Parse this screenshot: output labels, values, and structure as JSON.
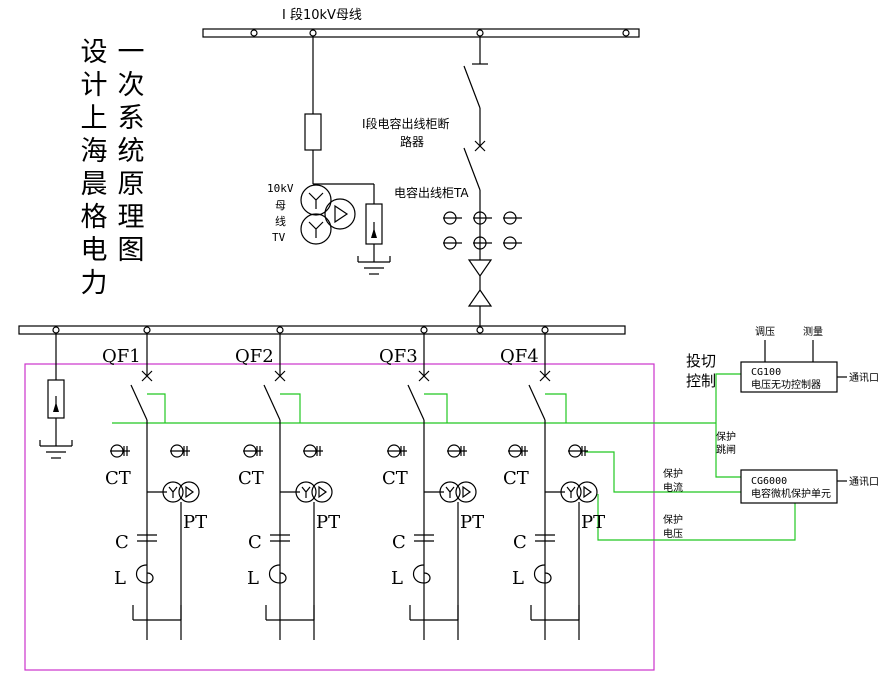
{
  "title": {
    "col1": "一次系统原理图",
    "col2": "设计上海晨格电力"
  },
  "labels": {
    "top_bus": "I 段10kV母线",
    "outgoing_breaker_l1": "I段电容出线柜断",
    "outgoing_breaker_l2": "路器",
    "outgoing_ta": "电容出线柜TA",
    "tv_l1": "10kV",
    "tv_l2": "母",
    "tv_l3": "线",
    "tv_l4": "TV",
    "switch_control_l1": "投切",
    "switch_control_l2": "控制",
    "protection_trip_l1": "保护",
    "protection_trip_l2": "跳闸",
    "protection_current_l1": "保护",
    "protection_current_l2": "电流",
    "protection_voltage_l1": "保护",
    "protection_voltage_l2": "电压"
  },
  "feeders": [
    {
      "breaker": "QF1",
      "ct": "CT",
      "pt": "PT",
      "cap": "C",
      "reactor": "L"
    },
    {
      "breaker": "QF2",
      "ct": "CT",
      "pt": "PT",
      "cap": "C",
      "reactor": "L"
    },
    {
      "breaker": "QF3",
      "ct": "CT",
      "pt": "PT",
      "cap": "C",
      "reactor": "L"
    },
    {
      "breaker": "QF4",
      "ct": "CT",
      "pt": "PT",
      "cap": "C",
      "reactor": "L"
    }
  ],
  "devices": {
    "cg100": {
      "model": "CG100",
      "name": "电压无功控制器",
      "input1": "调压",
      "input2": "测量",
      "comm": "通讯口"
    },
    "cg6000": {
      "model": "CG6000",
      "name": "电容微机保护单元",
      "comm": "通讯口"
    }
  },
  "colors": {
    "line": "#000000",
    "signal": "#22c722",
    "frame": "#cc33cc"
  }
}
